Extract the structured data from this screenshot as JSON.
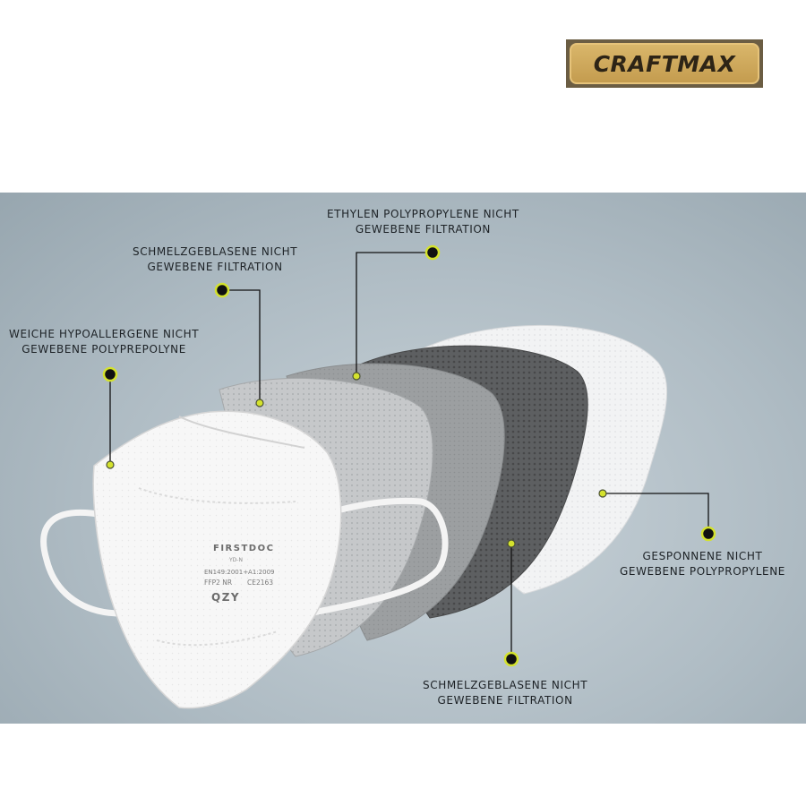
{
  "logo": {
    "text": "CRAFTMAX"
  },
  "mask_print": {
    "brand": "FIRSTDOC",
    "model": "YD-N",
    "standard": "EN149:2001+A1:2009",
    "class": "FFP2 NR",
    "ce": "CE2163",
    "code": "QZY"
  },
  "colors": {
    "panel": "#afbcc4",
    "marker_dot": "#111111",
    "marker_ring": "#d4e22d"
  },
  "layers": [
    {
      "id": "outer",
      "line1": "WEICHE HYPOALLERGENE NICHT",
      "line2": "GEWEBENE POLYPREPOLYNE"
    },
    {
      "id": "meltblown-1",
      "line1": "SCHMELZGEBLASENE NICHT",
      "line2": "GEWEBENE FILTRATION"
    },
    {
      "id": "ethylen",
      "line1": "ETHYLEN POLYPROPYLENE NICHT",
      "line2": "GEWEBENE FILTRATION"
    },
    {
      "id": "spun",
      "line1": "GESPONNENE NICHT",
      "line2": "GEWEBENE POLYPROPYLENE"
    },
    {
      "id": "meltblown-2",
      "line1": "SCHMELZGEBLASENE NICHT",
      "line2": "GEWEBENE FILTRATION"
    }
  ]
}
